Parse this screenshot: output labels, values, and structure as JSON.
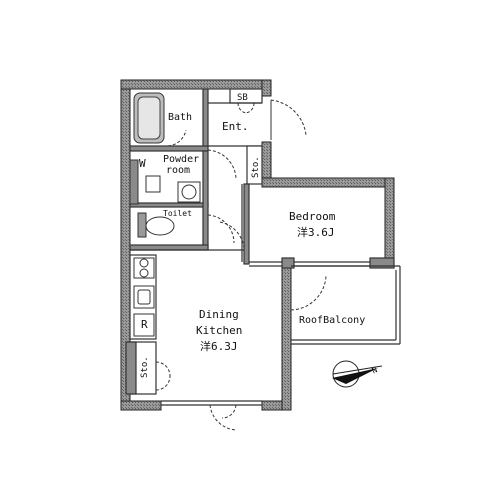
{
  "rooms": {
    "bath": "Bath",
    "shoe_box": "SB",
    "entrance": "Ent.",
    "washer": "W",
    "powder_room_line1": "Powder",
    "powder_room_line2": "room",
    "storage_top": "Sto.",
    "toilet": "Toilet",
    "bedroom_name": "Bedroom",
    "bedroom_size": "洋3.6J",
    "roof_balcony": "RoofBalcony",
    "refrigerator": "R",
    "dining_kitchen_line1": "Dining",
    "dining_kitchen_line2": "Kitchen",
    "dining_kitchen_size": "洋6.3J",
    "storage_bottom": "Sto."
  },
  "compass": {
    "north_label": "N"
  },
  "colors": {
    "wall_fill": "#8a8a8a",
    "wall_outline": "#222222",
    "interior_line": "#333333",
    "background": "#ffffff"
  }
}
